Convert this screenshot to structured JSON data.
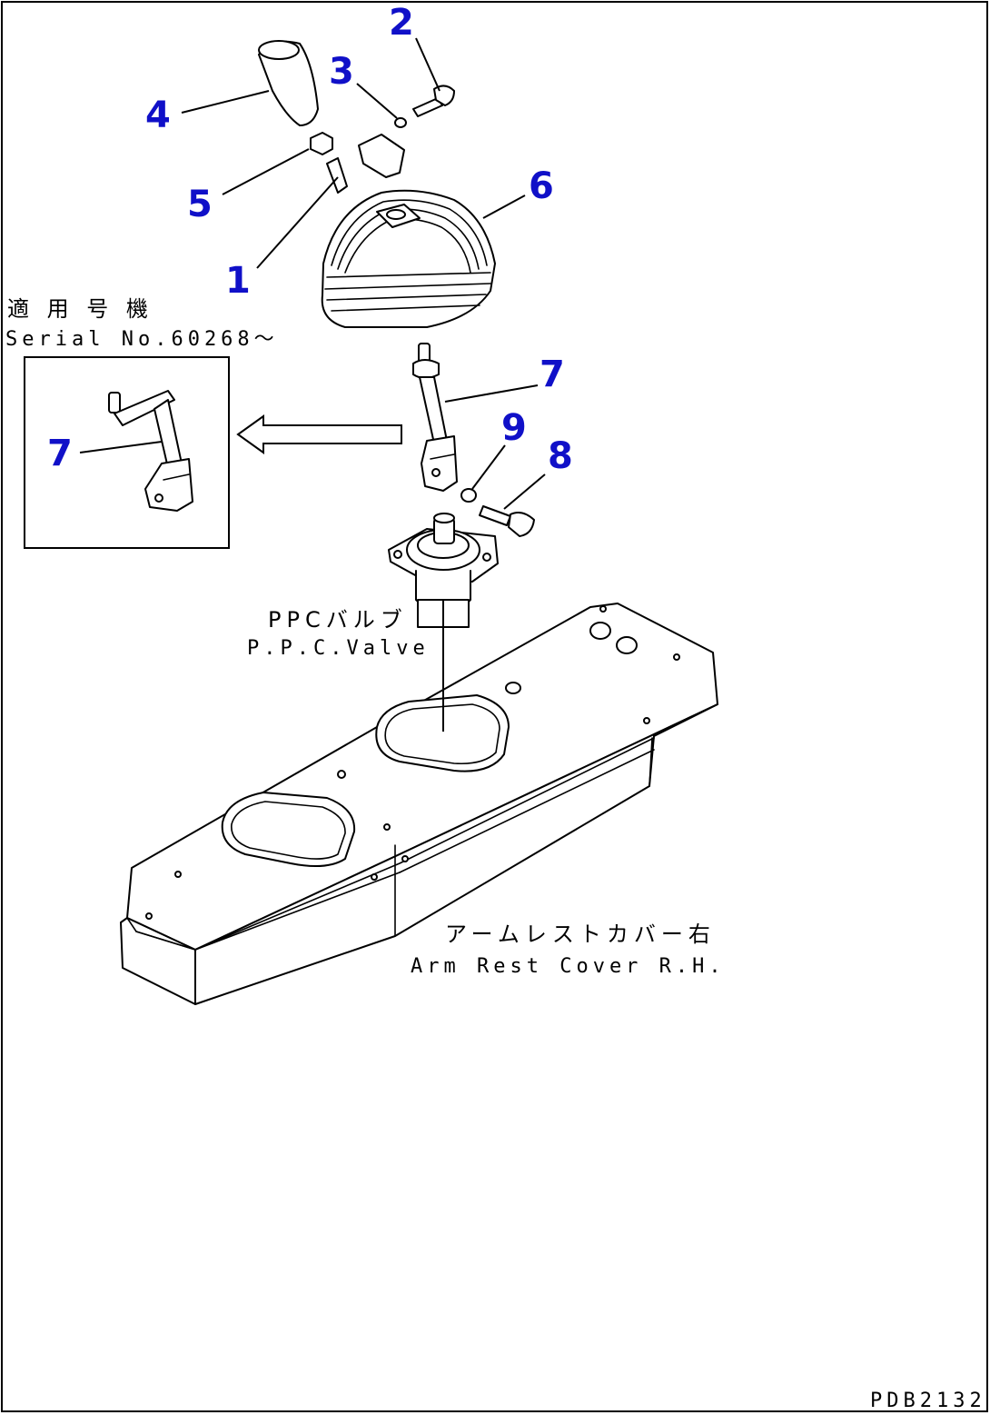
{
  "callouts": {
    "c1": "1",
    "c2": "2",
    "c3": "3",
    "c4": "4",
    "c5": "5",
    "c6": "6",
    "c7": "7",
    "c7b": "7",
    "c8": "8",
    "c9": "9"
  },
  "serial": {
    "jp": "適 用 号 機",
    "en": "Serial No.60268～"
  },
  "ppc_valve": {
    "jp": "PPCバルブ",
    "en": "P.P.C.Valve"
  },
  "arm_rest": {
    "jp": "アームレストカバー右",
    "en": "Arm Rest Cover R.H."
  },
  "drawing_id": "PDB2132",
  "colors": {
    "callout": "#1010c8",
    "line": "#000000",
    "background": "#ffffff"
  }
}
